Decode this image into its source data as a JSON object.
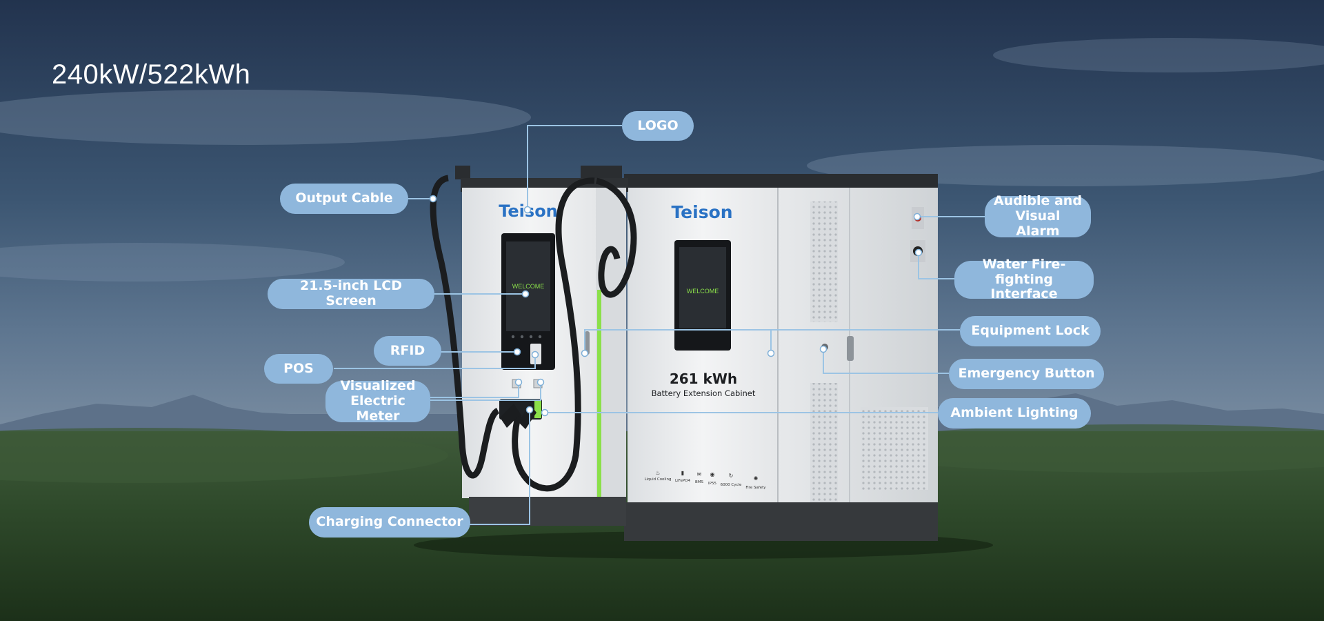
{
  "heading": "240kW/522kWh",
  "brand": "Teison",
  "screen_text": "WELCOME",
  "cabinet": {
    "capacity": "261 kWh",
    "name": "Battery Extension Cabinet",
    "features": [
      "Liquid Cooling",
      "LiFePO4",
      "BMS",
      "IP55",
      "6000 Cycle",
      "Fire Safety"
    ]
  },
  "callouts": {
    "logo": "LOGO",
    "output_cable": "Output Cable",
    "lcd_screen": "21.5-inch LCD Screen",
    "rfid": "RFID",
    "pos": "POS",
    "meter_line1": "Visualized",
    "meter_line2": "Electric Meter",
    "charging_connector": "Charging Connector",
    "alarm_line1": "Audible and",
    "alarm_line2": "Visual Alarm",
    "fire_line1": "Water Fire-fighting",
    "fire_line2": "Interface",
    "equipment_lock": "Equipment Lock",
    "emergency_button": "Emergency Button",
    "ambient_lighting": "Ambient Lighting"
  },
  "colors": {
    "callout_fill": "#8fb7dc",
    "callout_line": "#9cc4e4",
    "accent_green": "#8be04a",
    "cabinet_body": "#eceeef"
  }
}
